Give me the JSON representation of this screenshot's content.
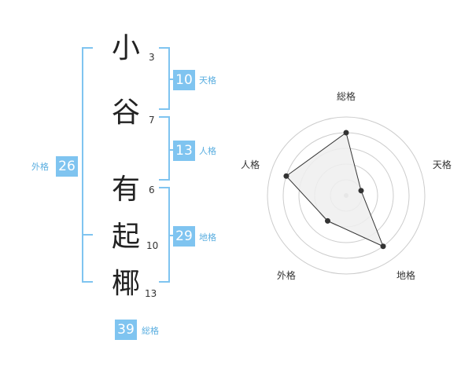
{
  "name": {
    "chars": [
      {
        "char": "小",
        "strokes": "3"
      },
      {
        "char": "谷",
        "strokes": "7"
      },
      {
        "char": "有",
        "strokes": "6"
      },
      {
        "char": "起",
        "strokes": "10"
      },
      {
        "char": "椰",
        "strokes": "13"
      }
    ]
  },
  "kaku": {
    "tenkaku": {
      "value": "10",
      "label": "天格"
    },
    "jinkaku": {
      "value": "13",
      "label": "人格"
    },
    "chikaku": {
      "value": "29",
      "label": "地格"
    },
    "gaikaku": {
      "value": "26",
      "label": "外格"
    },
    "soukaku": {
      "value": "39",
      "label": "総格"
    }
  },
  "colors": {
    "accent": "#7fc4f0",
    "radar_fill": "#eeeeee",
    "radar_stroke": "#333333",
    "grid": "#cccccc"
  },
  "chart_data": {
    "type": "radar",
    "axes": [
      "総格",
      "天格",
      "地格",
      "外格",
      "人格"
    ],
    "values": [
      4,
      1,
      4,
      2,
      4
    ],
    "max": 5,
    "rings": 5
  }
}
